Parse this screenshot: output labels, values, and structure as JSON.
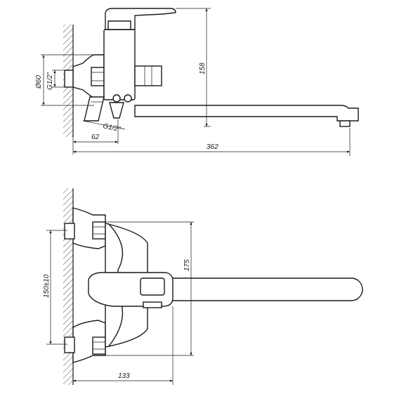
{
  "side_view": {
    "dimensions": {
      "diameter": "Ø60",
      "thread_vertical": "G1/2\"",
      "thread_angled": "G1/2\"",
      "height": "158",
      "offset": "62",
      "total_length": "362"
    }
  },
  "top_view": {
    "dimensions": {
      "centers": "150±10",
      "height": "175",
      "depth": "133"
    }
  }
}
